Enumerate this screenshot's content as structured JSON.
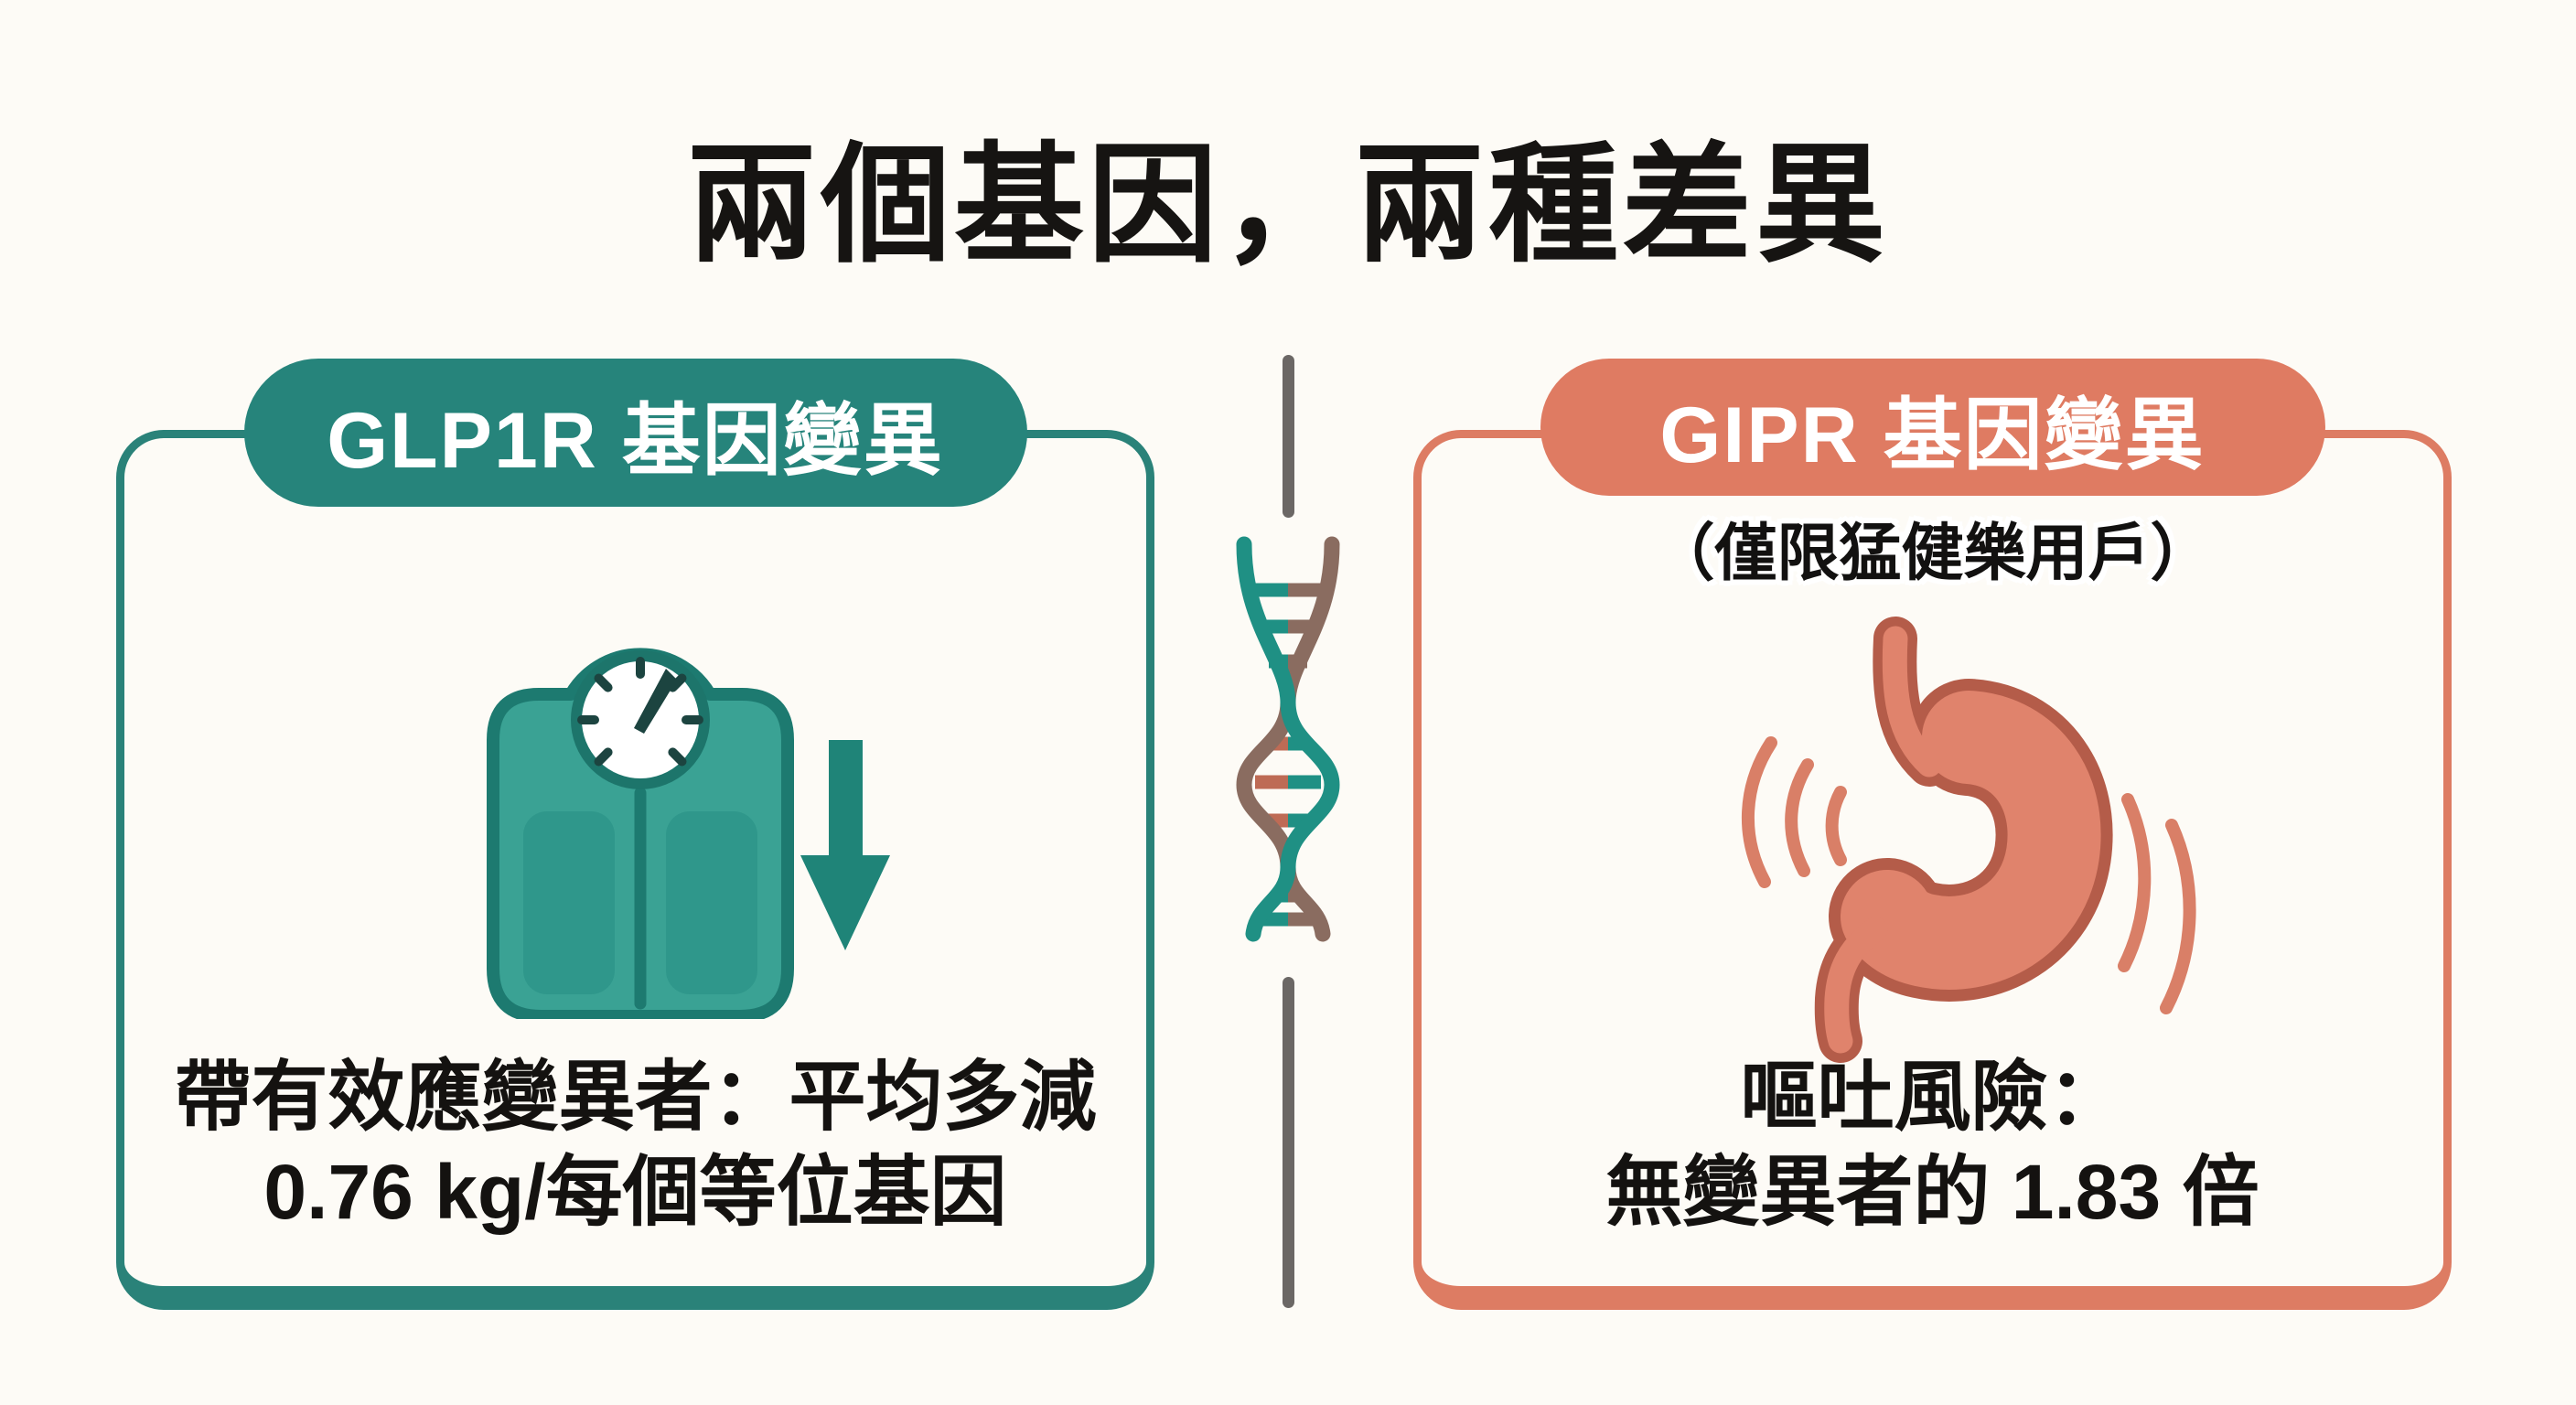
{
  "page": {
    "title": "兩個基因，兩種差異",
    "background_color": "#FDFBF6",
    "text_color": "#161412"
  },
  "left_card": {
    "header": "GLP1R 基因變異",
    "accent_color": "#26847B",
    "border_color": "#2A8279",
    "icon": "weight-scale-with-down-arrow",
    "line1": "帶有效應變異者：平均多減",
    "line2": "0.76 kg/每個等位基因"
  },
  "right_card": {
    "header": "GIPR 基因變異",
    "subtitle": "（僅限猛健樂用戶）",
    "accent_color": "#DF7B62",
    "border_color": "#DD7C63",
    "icon": "stomach-with-nausea-waves",
    "line1": "嘔吐風險：",
    "line2": "無變異者的 1.83 倍"
  },
  "divider": {
    "icon": "dna-double-helix",
    "line_color": "#6B6765",
    "dna_teal_color": "#1F9084",
    "dna_brown_color": "#8A6C60",
    "dna_rung_red_color": "#BE6B55"
  }
}
